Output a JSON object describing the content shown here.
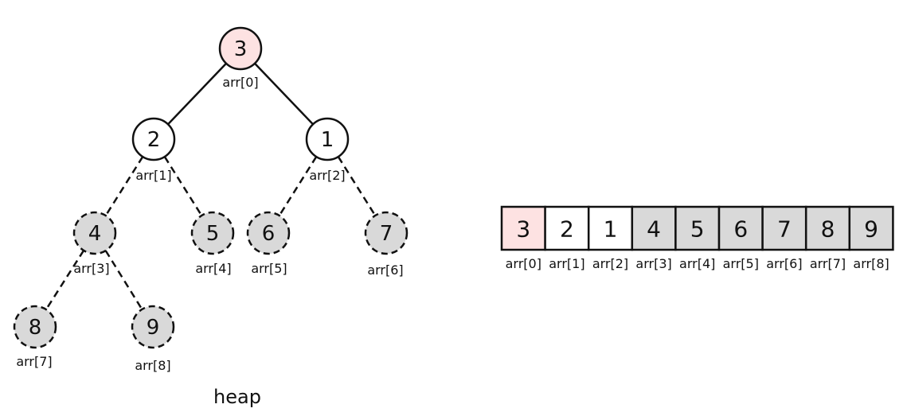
{
  "colors": {
    "root_fill": "#fde2e2",
    "active_fill": "#ffffff",
    "sorted_fill": "#d9d9d9",
    "stroke": "#111111"
  },
  "heap": {
    "caption": "heap",
    "nodes": [
      {
        "value": "3",
        "label": "arr[0]",
        "state": "root"
      },
      {
        "value": "2",
        "label": "arr[1]",
        "state": "active"
      },
      {
        "value": "1",
        "label": "arr[2]",
        "state": "active"
      },
      {
        "value": "4",
        "label": "arr[3]",
        "state": "sorted"
      },
      {
        "value": "5",
        "label": "arr[4]",
        "state": "sorted"
      },
      {
        "value": "6",
        "label": "arr[5]",
        "state": "sorted"
      },
      {
        "value": "7",
        "label": "arr[6]",
        "state": "sorted"
      },
      {
        "value": "8",
        "label": "arr[7]",
        "state": "sorted"
      },
      {
        "value": "9",
        "label": "arr[8]",
        "state": "sorted"
      }
    ]
  },
  "array": {
    "cells": [
      {
        "value": "3",
        "label": "arr[0]",
        "state": "root"
      },
      {
        "value": "2",
        "label": "arr[1]",
        "state": "active"
      },
      {
        "value": "1",
        "label": "arr[2]",
        "state": "active"
      },
      {
        "value": "4",
        "label": "arr[3]",
        "state": "sorted"
      },
      {
        "value": "5",
        "label": "arr[4]",
        "state": "sorted"
      },
      {
        "value": "6",
        "label": "arr[5]",
        "state": "sorted"
      },
      {
        "value": "7",
        "label": "arr[6]",
        "state": "sorted"
      },
      {
        "value": "8",
        "label": "arr[7]",
        "state": "sorted"
      },
      {
        "value": "9",
        "label": "arr[8]",
        "state": "sorted"
      }
    ]
  }
}
